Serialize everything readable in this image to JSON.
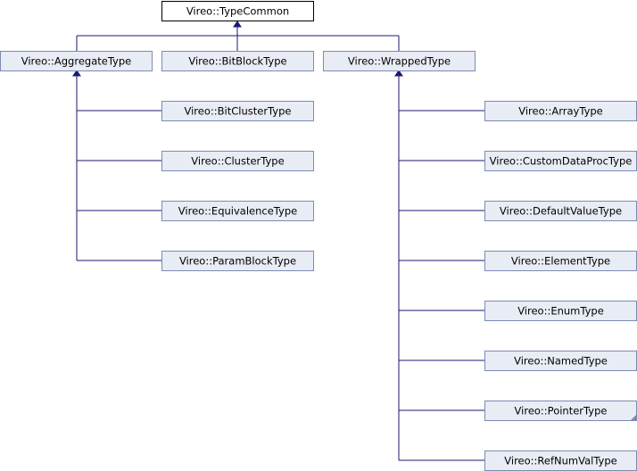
{
  "diagram": {
    "root": {
      "id": "typecommon",
      "label": "Vireo::TypeCommon"
    },
    "level1": [
      {
        "id": "aggregatetype",
        "label": "Vireo::AggregateType"
      },
      {
        "id": "bitblocktype",
        "label": "Vireo::BitBlockType"
      },
      {
        "id": "wrappedtype",
        "label": "Vireo::WrappedType"
      }
    ],
    "aggregate_children": [
      {
        "id": "bitclustertype",
        "label": "Vireo::BitClusterType"
      },
      {
        "id": "clustertype",
        "label": "Vireo::ClusterType"
      },
      {
        "id": "equivalencetype",
        "label": "Vireo::EquivalenceType"
      },
      {
        "id": "paramblocktype",
        "label": "Vireo::ParamBlockType"
      }
    ],
    "wrapped_children": [
      {
        "id": "arraytype",
        "label": "Vireo::ArrayType"
      },
      {
        "id": "customdataproctype",
        "label": "Vireo::CustomDataProcType"
      },
      {
        "id": "defaultvaluetype",
        "label": "Vireo::DefaultValueType"
      },
      {
        "id": "elementtype",
        "label": "Vireo::ElementType"
      },
      {
        "id": "enumtype",
        "label": "Vireo::EnumType"
      },
      {
        "id": "namedtype",
        "label": "Vireo::NamedType"
      },
      {
        "id": "pointertype",
        "label": "Vireo::PointerType",
        "truncated": true
      },
      {
        "id": "refnumvaltype",
        "label": "Vireo::RefNumValType"
      }
    ],
    "colors": {
      "root_border": "#000000",
      "node_fill": "#e8ecf4",
      "node_border": "#7d8ab3",
      "edge": "#191970"
    }
  }
}
